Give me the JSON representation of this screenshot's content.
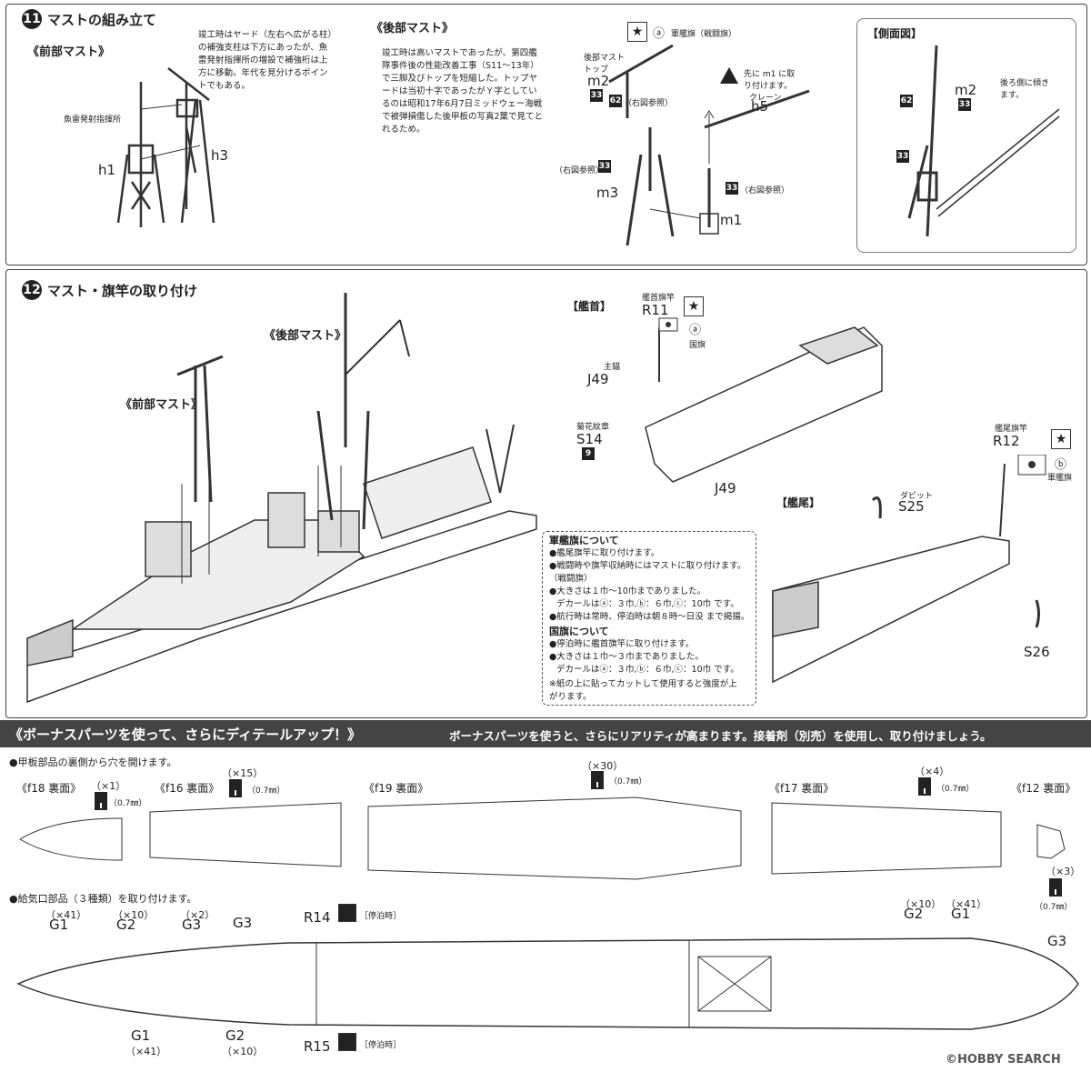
{
  "step11": {
    "number": "11",
    "title": "マストの組み立て",
    "front_mast": {
      "heading": "《前部マスト》",
      "note": "竣工時はヤード（左右へ広がる柱）の補強支柱は下方にあったが、魚雷発射指揮所の増設で補強桁は上方に移動。年代を見分けるポイントでもある。",
      "callout": "魚雷発射指揮所",
      "parts": [
        "h1",
        "h3"
      ]
    },
    "rear_mast": {
      "heading": "《後部マスト》",
      "note": "竣工時は高いマストであったが、第四艦隊事件後の性能改善工事（S11～13年）で三脚及びトップを短縮した。トップヤードは当初十字であったがＹ字としているのは昭和17年6月7日ミッドウェー海戦で被弾損傷した後甲板の写真2葉で見てとれるため。",
      "top_label": "後部マスト\nトップ",
      "flag_label": "軍艦旗（戦闘旗）",
      "flag_circle": "ⓐ",
      "crane_label": "クレーン",
      "caution": "先に m1 に取り付けます。",
      "ref_label": "（右図参照）",
      "parts": [
        "m2",
        "m3",
        "m1",
        "h5"
      ],
      "codes": [
        "33",
        "62",
        "33",
        "33"
      ]
    },
    "side_view": {
      "heading": "【側面図】",
      "part": "m2",
      "note": "後ろ側に傾きます。",
      "codes": [
        "62",
        "33",
        "33"
      ]
    }
  },
  "step12": {
    "number": "12",
    "title": "マスト・旗竿の取り付け",
    "rear_mast_label": "《後部マスト》",
    "front_mast_label": "《前部マスト》",
    "bow": {
      "heading": "【艦首】",
      "flagpole_caption": "艦首旗竿",
      "flagpole_part": "R11",
      "flag_circle": "ⓐ",
      "flag_name": "国旗",
      "anchor_caption": "主錨",
      "anchor_part": "J49",
      "crest_caption": "菊花紋章",
      "crest_part": "S14",
      "crest_code": "9",
      "bottom_part": "J49"
    },
    "stern": {
      "heading": "【艦尾】",
      "flagpole_caption": "艦尾旗竿",
      "flagpole_part": "R12",
      "flag_circle": "ⓑ",
      "flag_name": "軍艦旗",
      "davit_caption": "ダビット",
      "davit_part": "S25",
      "lower_part": "S26"
    },
    "notes": {
      "naval_heading": "軍艦旗について",
      "naval_lines": [
        "●艦尾旗竿に取り付けます。",
        "●戦闘時や旗竿収納時にはマストに取り付けます。",
        "（戦闘旗）",
        "●大きさは１巾～10巾までありました。",
        "デカールはⓐ：３巾,ⓑ：６巾,ⓒ：10巾 です。",
        "●航行時は常時、停泊時は朝８時～日没 まで掲揚。"
      ],
      "national_heading": "国旗について",
      "national_lines": [
        "●停泊時に艦首旗竿に取り付けます。",
        "●大きさは１巾～３巾までありました。",
        "デカールはⓐ：３巾,ⓑ：６巾,ⓒ：10巾 です。"
      ],
      "footnote": "※紙の上に貼ってカットして使用すると強度が上がります。"
    }
  },
  "bonus": {
    "banner_title": "《ボーナスパーツを使って、さらにディテールアップ！》",
    "banner_text": "ボーナスパーツを使うと、さらにリアリティが高まります。接着剤（別売）を使用し、取り付けましょう。",
    "drill_instruction": "●甲板部品の裏側から穴を開けます。",
    "hull_parts": [
      {
        "label": "《f18 裏面》",
        "count": "（×1）",
        "size": "（0.7㎜）"
      },
      {
        "label": "《f16 裏面》",
        "count": "（×15）",
        "size": "（0.7㎜）"
      },
      {
        "label": "《f19 裏面》",
        "count": "（×30）",
        "size": "（0.7㎜）"
      },
      {
        "label": "《f17 裏面》",
        "count": "（×4）",
        "size": "（0.7㎜）"
      },
      {
        "label": "《f12 裏面》",
        "count": "（×3）",
        "size": "（0.7㎜）"
      }
    ],
    "vent_instruction": "●給気口部品（３種類）を取り付けます。",
    "vent_types": [
      {
        "count": "（×41）",
        "part": "G1"
      },
      {
        "count": "（×10）",
        "part": "G2"
      },
      {
        "count": "（×2）",
        "part": "G3"
      }
    ],
    "deck_labels": [
      {
        "part": "G3"
      },
      {
        "part": "R14",
        "note": "［停泊時］"
      },
      {
        "part": "G2",
        "count": "（×10）"
      },
      {
        "part": "G1",
        "count": "（×41）"
      },
      {
        "part": "G3"
      },
      {
        "part": "G1",
        "count": "（×41）"
      },
      {
        "part": "G2",
        "count": "（×10）"
      },
      {
        "part": "R15",
        "note": "［停泊時］"
      }
    ]
  },
  "watermark": "©HOBBY SEARCH"
}
